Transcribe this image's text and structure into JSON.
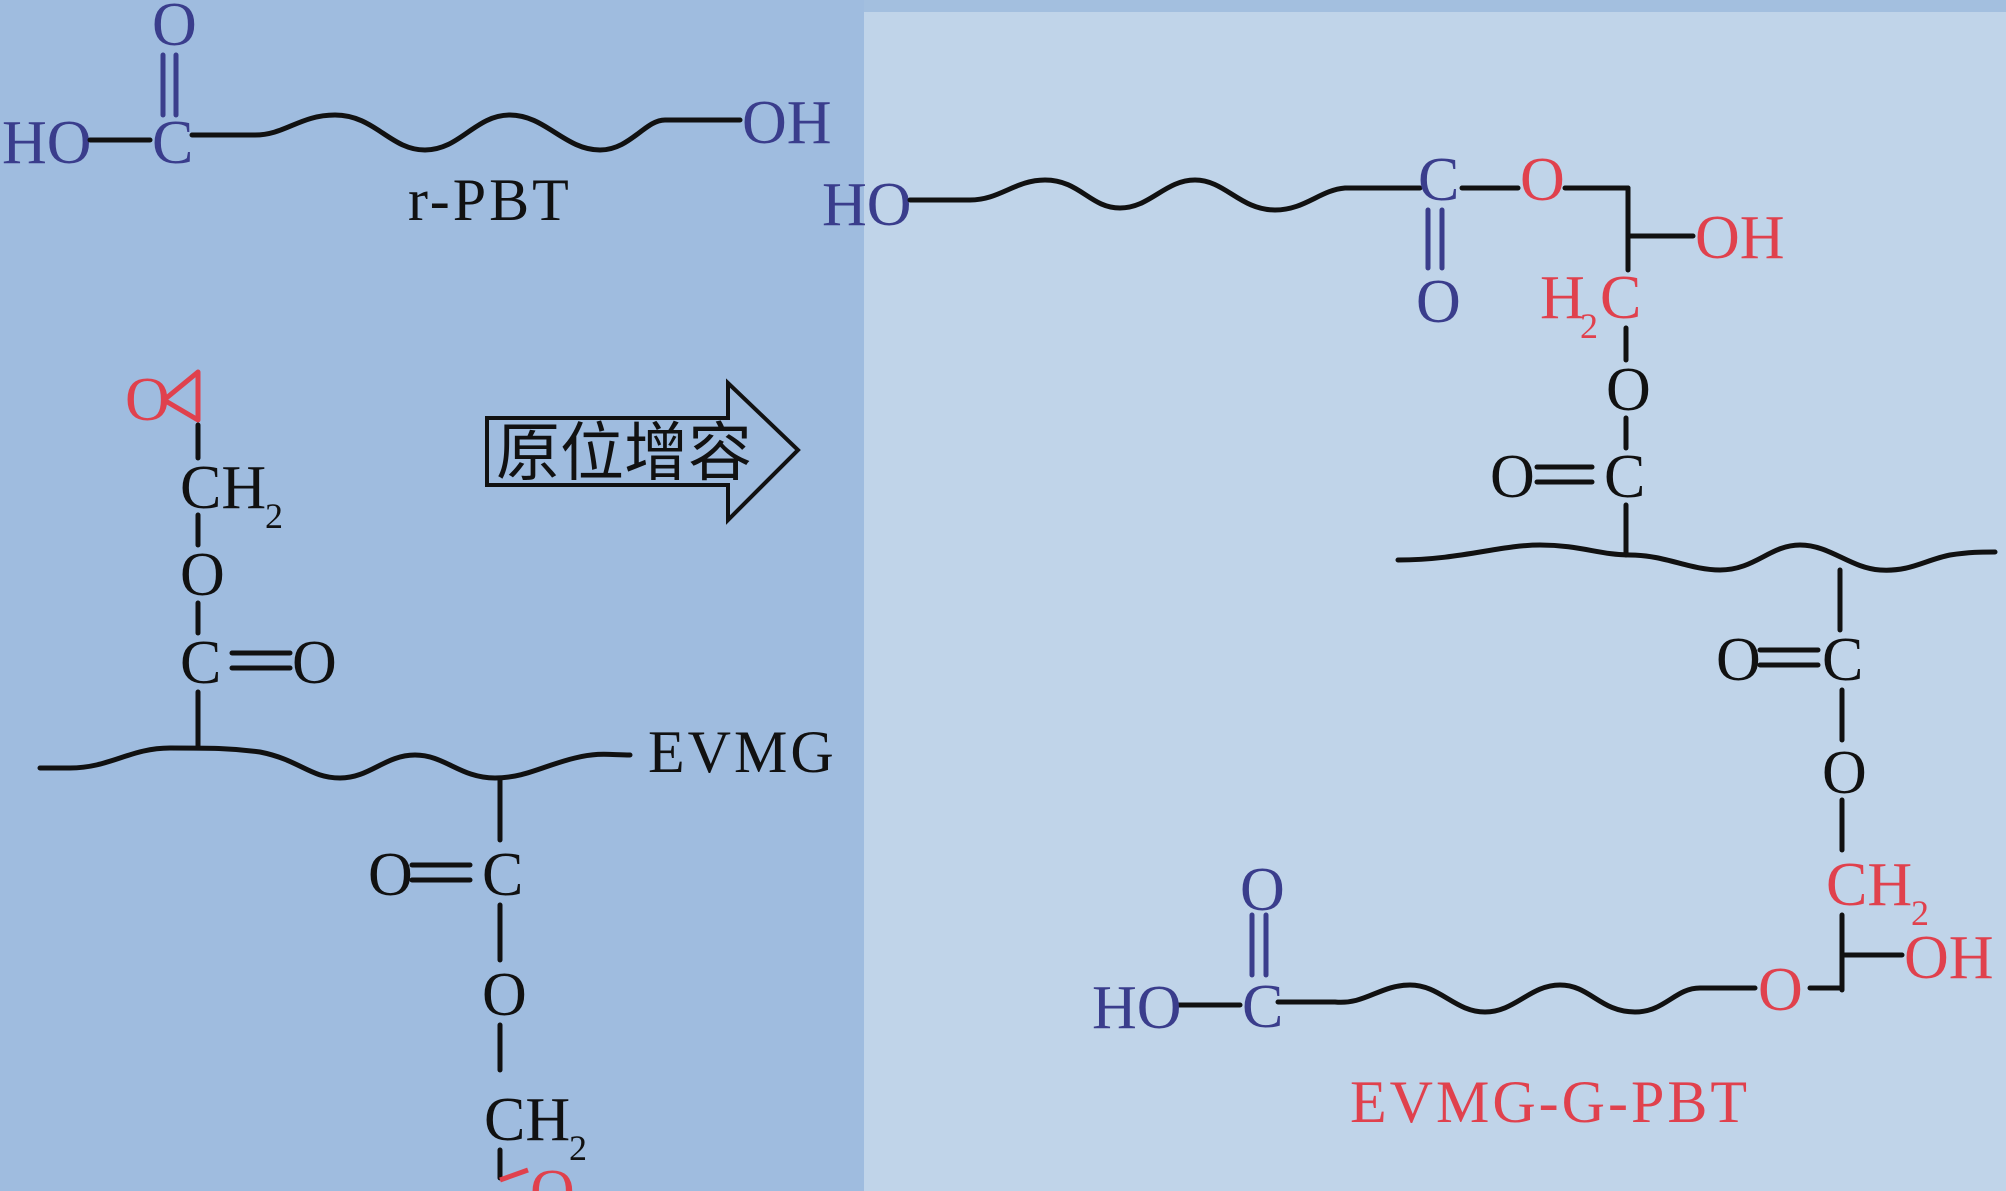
{
  "colors": {
    "left_panel_bg": "#9fbcdf",
    "right_panel_bg": "#c0d4e9",
    "blue_atoms": "#3a3d8c",
    "red_atoms": "#e0414d",
    "black": "#111111"
  },
  "reactant_pbt": {
    "name": "r-PBT",
    "atom_o": "O",
    "atom_c": "C",
    "atom_ho": "HO",
    "atom_oh": "OH"
  },
  "reactant_evmg": {
    "name": "EVMG",
    "epoxy_o": "O",
    "ch": "CH",
    "sub2": "2",
    "o": "O",
    "c": "C"
  },
  "arrow": {
    "label": "原位增容"
  },
  "product": {
    "name": "EVMG-G-PBT",
    "ho": "HO",
    "oh": "OH",
    "o": "O",
    "c": "C",
    "h": "H",
    "ch": "CH",
    "sub2": "2"
  }
}
